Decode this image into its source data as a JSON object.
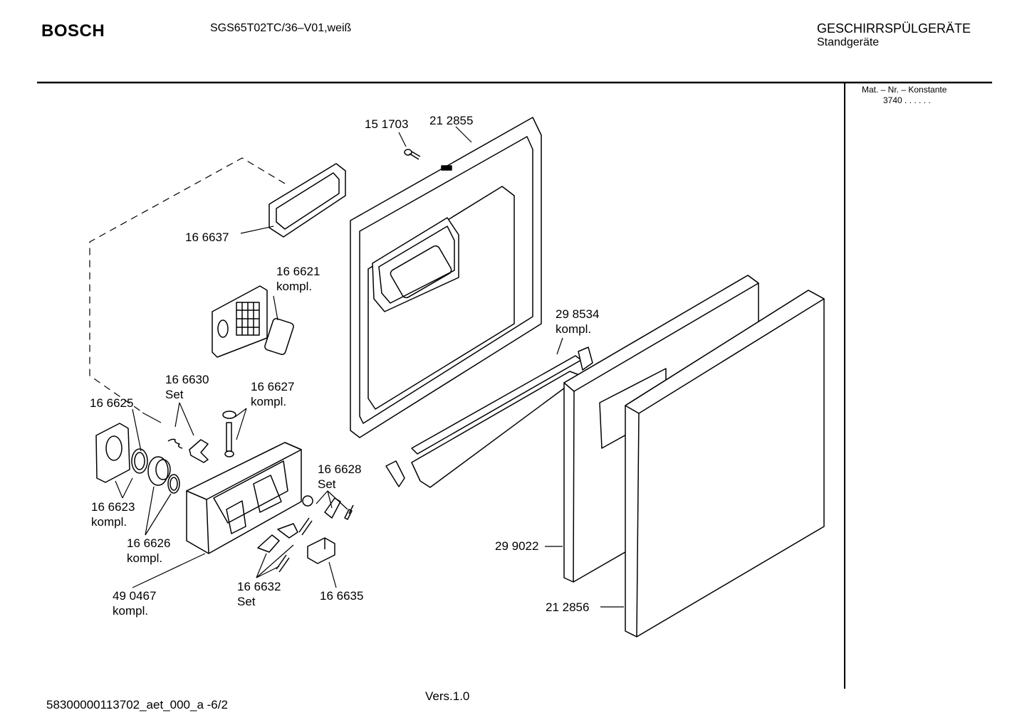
{
  "header": {
    "brand": "BOSCH",
    "model": "SGS65T02TC/36–V01,weiß",
    "category": "GESCHIRRSPÜLGERÄTE",
    "subcategory": "Standgeräte"
  },
  "side_panel": {
    "mat_label": "Mat. – Nr. – Konstante",
    "mat_value": "3740  .  .  .  .  .  ."
  },
  "footer": {
    "doc_number": "58300000113702_aet_000_a   -6/2",
    "version": "Vers.1.0"
  },
  "parts": [
    {
      "id": "p151703",
      "number": "15 1703",
      "note": ""
    },
    {
      "id": "p212855",
      "number": "21 2855",
      "note": ""
    },
    {
      "id": "p166637",
      "number": "16 6637",
      "note": ""
    },
    {
      "id": "p166621",
      "number": "16 6621",
      "note": "kompl."
    },
    {
      "id": "p298534",
      "number": "29 8534",
      "note": "kompl."
    },
    {
      "id": "p166630",
      "number": "16 6630",
      "note": "Set"
    },
    {
      "id": "p166627",
      "number": "16 6627",
      "note": "kompl."
    },
    {
      "id": "p166625",
      "number": "16 6625",
      "note": ""
    },
    {
      "id": "p166628",
      "number": "16 6628",
      "note": "Set"
    },
    {
      "id": "p166623",
      "number": "16 6623",
      "note": "kompl."
    },
    {
      "id": "p166626",
      "number": "16 6626",
      "note": "kompl."
    },
    {
      "id": "p299022",
      "number": "29 9022",
      "note": ""
    },
    {
      "id": "p490467",
      "number": "49 0467",
      "note": "kompl."
    },
    {
      "id": "p166632",
      "number": "16 6632",
      "note": "Set"
    },
    {
      "id": "p166635",
      "number": "16 6635",
      "note": ""
    },
    {
      "id": "p212856",
      "number": "21 2856",
      "note": ""
    }
  ]
}
